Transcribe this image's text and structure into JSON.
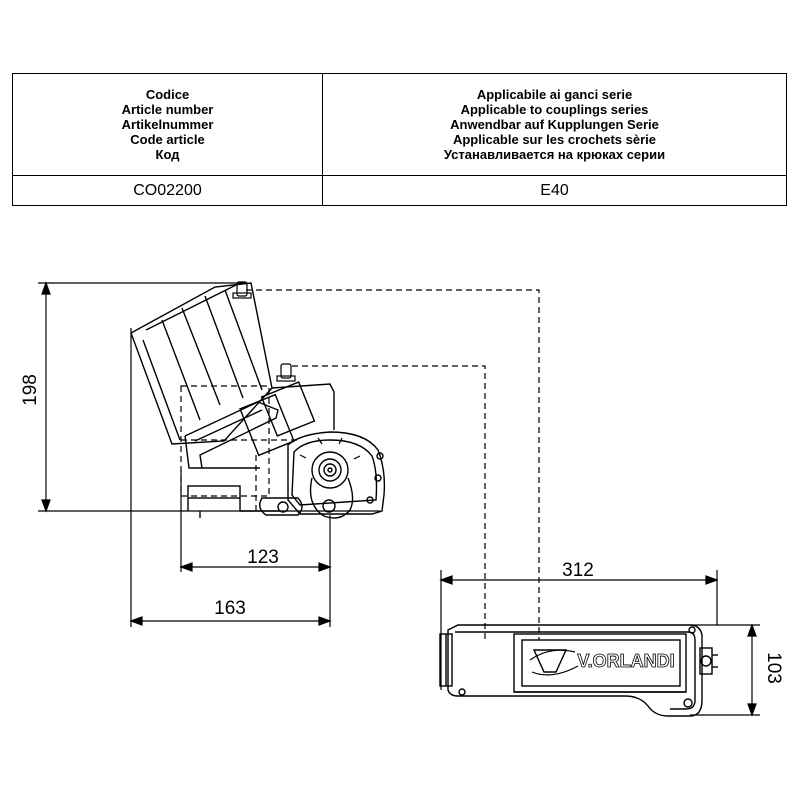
{
  "table": {
    "code_header": [
      "Codice",
      "Article number",
      "Artikelnummer",
      "Code article",
      "Код"
    ],
    "series_header": [
      "Applicabile ai ganci serie",
      "Applicable to couplings series",
      "Anwendbar auf Kupplungen Serie",
      "Applicable sur les crochets sèrie",
      "Устанавливается на крюках серии"
    ],
    "code_value": "CO02200",
    "series_value": "E40"
  },
  "dimensions": {
    "height": "198",
    "depth_inner": "123",
    "depth_outer": "163",
    "length": "312",
    "width": "103"
  },
  "brand": "V.ORLANDI"
}
